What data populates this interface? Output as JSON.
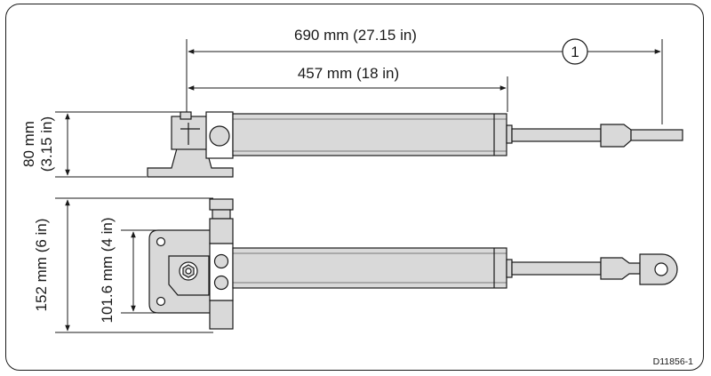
{
  "dimensions": {
    "overall_length": "690 mm (27.15 in)",
    "body_length": "457 mm (18 in)",
    "height_mm": "80 mm",
    "height_in": "(3.15 in)",
    "width_total": "152 mm (6 in)",
    "bolt_spacing": "101.6 mm (4 in)"
  },
  "callout": {
    "number": "1"
  },
  "reference_code": "D11856-1",
  "colors": {
    "line": "#1a1a1a",
    "cylinder_fill": "#d9d9d9",
    "background": "#ffffff"
  }
}
